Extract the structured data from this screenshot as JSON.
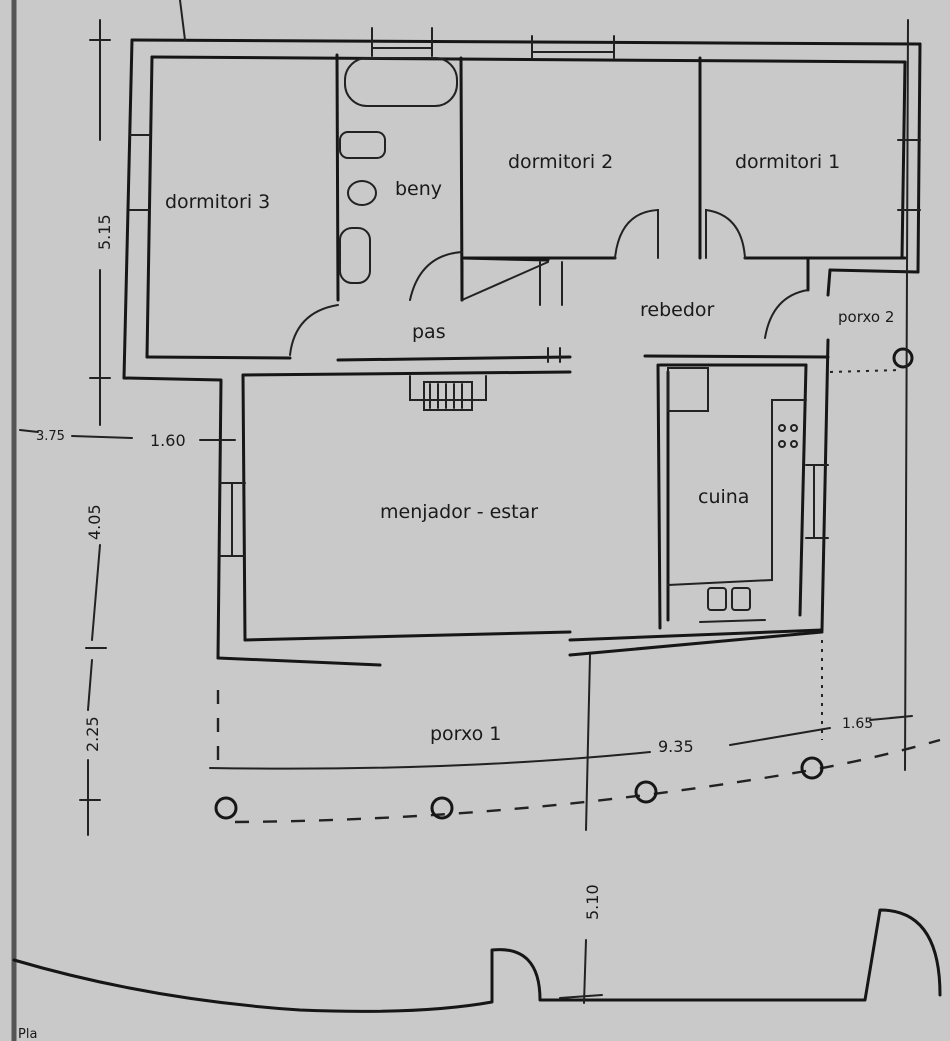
{
  "rooms": {
    "dormitori3": "dormitori 3",
    "dormitori2": "dormitori 2",
    "dormitori1": "dormitori 1",
    "beny": "beny",
    "pas": "pas",
    "rebedor": "rebedor",
    "porxo2": "porxo 2",
    "menjador": "menjador - estar",
    "cuina": "cuina",
    "porxo1": "porxo 1"
  },
  "dimensions": {
    "d515": "5.15",
    "d405": "4.05",
    "d225": "2.25",
    "d375": "3.75",
    "d160": "1.60",
    "d935": "9.35",
    "d165": "1.65",
    "d510": "5.10"
  },
  "corner_text": "Pla"
}
